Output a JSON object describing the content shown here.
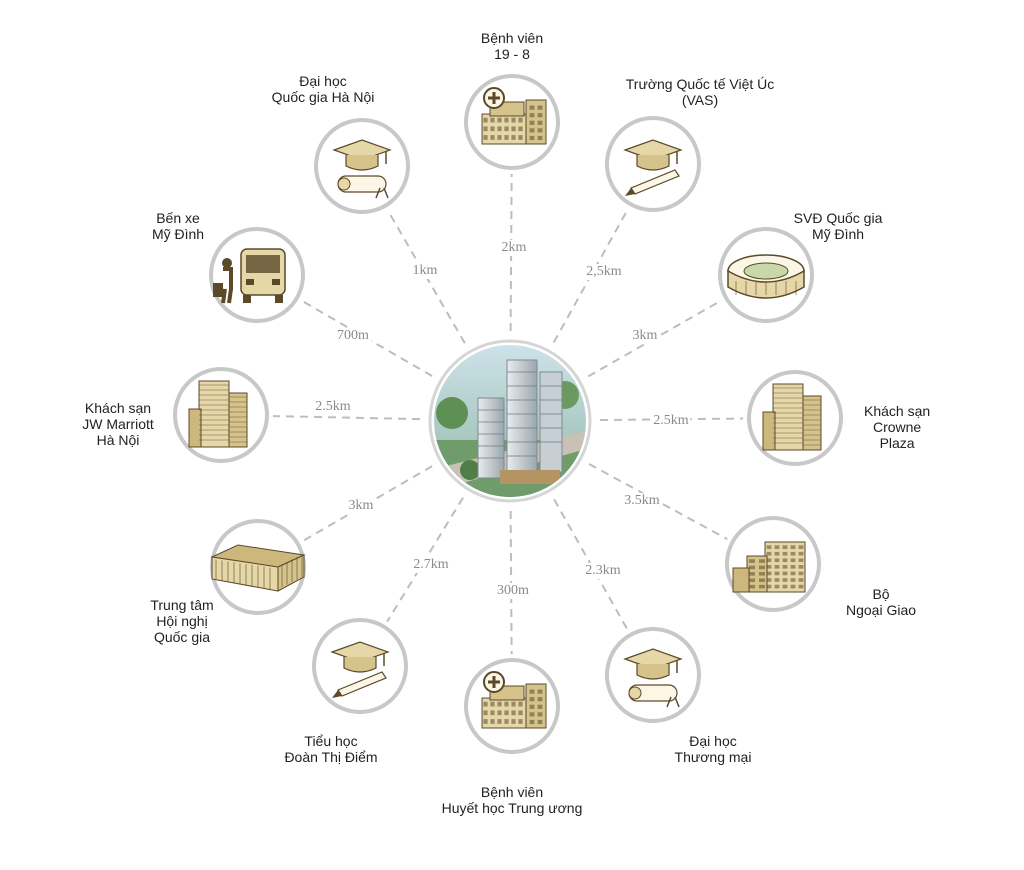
{
  "colors": {
    "ring": "#c8c8c8",
    "dash": "#bdbdbd",
    "icon_fill": "#e6d7a8",
    "icon_dark": "#5a4a2a",
    "label": "#222222",
    "distance": "#8a8a8a"
  },
  "center": {
    "icon": "apartment-tower-aerial-image"
  },
  "nodes": [
    {
      "id": "benh-vien-19-8",
      "name": [
        "Bệnh viên",
        "19 - 8"
      ],
      "distance": "2km",
      "icon": "hospital-icon"
    },
    {
      "id": "truong-quoc-te",
      "name": [
        "Trường Quốc tế Việt Úc",
        "(VAS)"
      ],
      "distance": "2,5km",
      "icon": "graduation-cap-pencil-icon"
    },
    {
      "id": "svd-quoc-gia",
      "name": [
        "SVĐ Quốc gia",
        "Mỹ Đình"
      ],
      "distance": "3km",
      "icon": "stadium-icon"
    },
    {
      "id": "crowne-plaza",
      "name": [
        "Khách sạn",
        "Crowne",
        "Plaza"
      ],
      "distance": "2.5km",
      "icon": "hotel-tower-icon"
    },
    {
      "id": "bo-ngoai-giao",
      "name": [
        "Bộ",
        "Ngoại Giao"
      ],
      "distance": "3.5km",
      "icon": "office-building-icon"
    },
    {
      "id": "dh-thuong-mai",
      "name": [
        "Đại học",
        "Thương mại"
      ],
      "distance": "2.3km",
      "icon": "graduation-cap-diploma-icon"
    },
    {
      "id": "bv-huyet-hoc",
      "name": [
        "Bệnh viên",
        "Huyết học Trung ương"
      ],
      "distance": "300m",
      "icon": "hospital-icon"
    },
    {
      "id": "tieu-hoc-doan-thi-diem",
      "name": [
        "Tiểu học",
        "Đoàn Thị Điểm"
      ],
      "distance": "2.7km",
      "icon": "graduation-cap-pencil-icon"
    },
    {
      "id": "trung-tam-hoi-nghi",
      "name": [
        "Trung tâm",
        "Hội nghị",
        "Quốc gia"
      ],
      "distance": "3km",
      "icon": "convention-center-icon"
    },
    {
      "id": "jw-marriott",
      "name": [
        "Khách sạn",
        "JW Marriott",
        "Hà Nội"
      ],
      "distance": "2.5km",
      "icon": "hotel-tower-icon"
    },
    {
      "id": "ben-xe-my-dinh",
      "name": [
        "Bến xe",
        "Mỹ Đình"
      ],
      "distance": "700m",
      "icon": "bus-traveler-icon"
    },
    {
      "id": "dh-quoc-gia",
      "name": [
        "Đại học",
        "Quốc gia Hà Nội"
      ],
      "distance": "1km",
      "icon": "graduation-cap-diploma-icon"
    }
  ]
}
